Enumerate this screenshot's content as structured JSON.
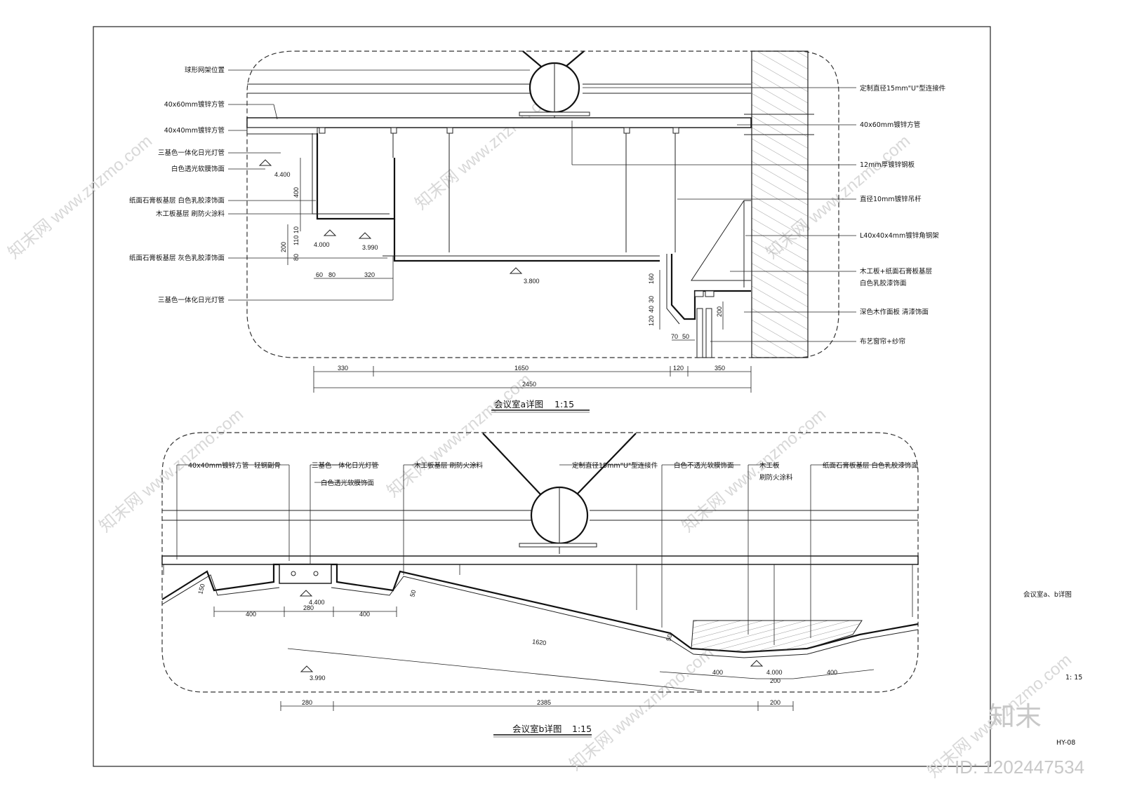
{
  "colors": {
    "line": "#222222",
    "watermark": "#d8d8d8",
    "hatch": "#888888"
  },
  "detail_a": {
    "title": "会议室a详图",
    "scale": "1:15",
    "labels_left": [
      "球形网架位置",
      "40x60mm镀锌方管",
      "40x40mm镀锌方管",
      "三基色一体化日光灯管",
      "白色透光软膜饰面",
      "纸面石膏板基层  白色乳胶漆饰面",
      "木工板基层  刷防火涂料",
      "纸面石膏板基层  灰色乳胶漆饰面",
      "三基色一体化日光灯管"
    ],
    "labels_right": [
      "定制直径15mm\"U\"型连接件",
      "40x60mm镀锌方管",
      "12mm厚镀锌钢板",
      "直径10mm镀锌吊杆",
      "L40x40x4mm镀锌角钢架",
      "木工板+纸面石膏板基层",
      "白色乳胶漆饰面",
      "深色木作面板  清漆饰面",
      "布艺窗帘+纱帘"
    ],
    "levels": [
      "4.400",
      "4.000",
      "3.990",
      "3.800"
    ],
    "dims_small": [
      "400",
      "10",
      "110",
      "200",
      "80",
      "60",
      "80",
      "320",
      "160",
      "30",
      "40",
      "120",
      "70",
      "50",
      "200"
    ],
    "dims_bottom": [
      "330",
      "1650",
      "120",
      "350",
      "2450"
    ]
  },
  "detail_b": {
    "title": "会议室b详图",
    "scale": "1:15",
    "labels_top": [
      "40x40mm镀锌方管",
      "轻钢副骨",
      "三基色一体化日光灯管",
      "白色透光软膜饰面",
      "木工板基层  刷防火涂料",
      "定制直径15mm\"U\"型连接件",
      "白色不透光软膜饰面",
      "木工板",
      "刷防火涂料",
      "纸面石膏板基层  白色乳胶漆饰面"
    ],
    "levels": [
      "4.400",
      "3.990",
      "4.000"
    ],
    "dims_small": [
      "150",
      "400",
      "280",
      "400",
      "50",
      "1620",
      "50",
      "400",
      "200",
      "400"
    ],
    "dims_bottom": [
      "280",
      "2385",
      "200"
    ]
  },
  "sheet": {
    "caption": "会议室a、b详图",
    "scale": "1: 15",
    "sheet_no": "HY-08",
    "brand": "知末",
    "id": "ID: 1202447534",
    "watermark": "知末网 www.znzmo.com"
  }
}
